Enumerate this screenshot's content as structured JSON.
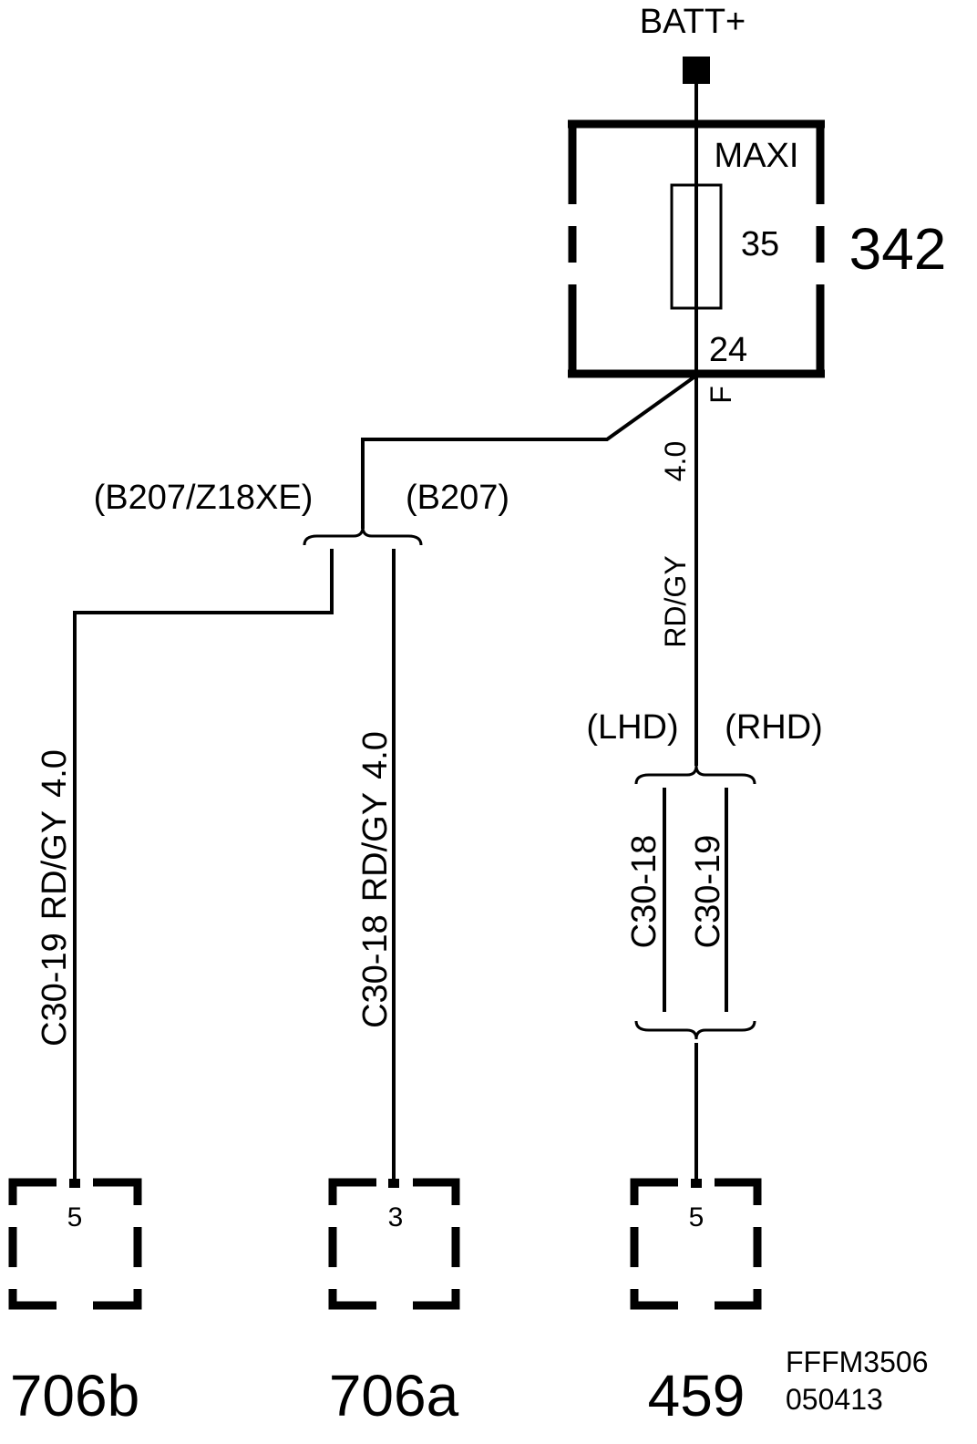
{
  "battery": {
    "label": "BATT+"
  },
  "fuse": {
    "type": "MAXI",
    "rating": "35",
    "number": "24",
    "ref": "342",
    "pin": "F"
  },
  "feed_wire": {
    "size": "4.0",
    "color": "RD/GY"
  },
  "branch_left": {
    "left_label": "(B207/Z18XE)",
    "right_label": "(B207)"
  },
  "branch_right": {
    "left_label": "(LHD)",
    "right_label": "(RHD)"
  },
  "wires": {
    "w706b": {
      "circuit": "C30-19",
      "color": "RD/GY",
      "size": "4.0"
    },
    "w706a": {
      "circuit": "C30-18",
      "color": "RD/GY",
      "size": "4.0"
    },
    "lhd": {
      "circuit": "C30-18"
    },
    "rhd": {
      "circuit": "C30-19"
    }
  },
  "connectors": [
    {
      "ref": "706b",
      "pin": "5"
    },
    {
      "ref": "706a",
      "pin": "3"
    },
    {
      "ref": "459",
      "pin": "5"
    }
  ],
  "doc_code": {
    "line1": "FFFM3506",
    "line2": "050413"
  }
}
